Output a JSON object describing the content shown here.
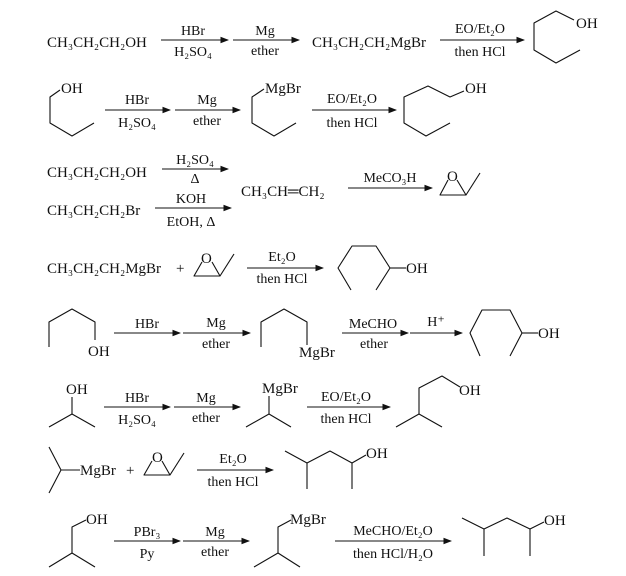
{
  "schemes": [
    {
      "start": "CH₃CH₂CH₂OH",
      "step1": {
        "above": "HBr",
        "below": "H₂SO₄"
      },
      "step2": {
        "above": "Mg",
        "below": "ether"
      },
      "intermediate": "CH₃CH₂CH₂MgBr",
      "step3": {
        "above": "EO/Et₂O",
        "below": "then HCl"
      },
      "product_label": "OH"
    },
    {
      "start_label": "OH",
      "step1": {
        "above": "HBr",
        "below": "H₂SO₄"
      },
      "step2": {
        "above": "Mg",
        "below": "ether"
      },
      "intermediate_label": "MgBr",
      "step3": {
        "above": "EO/Et₂O",
        "below": "then HCl"
      },
      "product_label": "OH"
    },
    {
      "start_a": "CH₃CH₂CH₂OH",
      "step_a": {
        "above": "H₂SO₄",
        "below": "Δ"
      },
      "start_b": "CH₃CH₂CH₂Br",
      "step_b": {
        "above": "KOH",
        "below": "EtOH, Δ"
      },
      "intermediate": "CH₃CH═CH₂",
      "step2": {
        "above": "MeCO₃H"
      },
      "product_label": "O"
    },
    {
      "reactant1": "CH₃CH₂CH₂MgBr",
      "plus": "+",
      "reactant2_label": "O",
      "step1": {
        "above": "Et₂O",
        "below": "then HCl"
      },
      "product_label": "OH"
    },
    {
      "start_label": "OH",
      "step1": {
        "above": "HBr"
      },
      "step2": {
        "above": "Mg",
        "below": "ether"
      },
      "intermediate_label": "MgBr",
      "step3": {
        "above": "MeCHO",
        "below": "ether"
      },
      "step4": {
        "above": "H⁺"
      },
      "product_label": "OH"
    },
    {
      "start_label": "OH",
      "step1": {
        "above": "HBr",
        "below": "H₂SO₄"
      },
      "step2": {
        "above": "Mg",
        "below": "ether"
      },
      "intermediate_label": "MgBr",
      "step3": {
        "above": "EO/Et₂O",
        "below": "then HCl"
      },
      "product_label": "OH"
    },
    {
      "reactant1_label": "MgBr",
      "plus": "+",
      "reactant2_label": "O",
      "step1": {
        "above": "Et₂O",
        "below": "then HCl"
      },
      "product_label": "OH"
    },
    {
      "start_label": "OH",
      "step1": {
        "above": "PBr₃",
        "below": "Py"
      },
      "step2": {
        "above": "Mg",
        "below": "ether"
      },
      "intermediate_label": "MgBr",
      "step3": {
        "above": "MeCHO/Et₂O",
        "below": "then HCl/H₂O"
      },
      "product_label": "OH"
    }
  ]
}
